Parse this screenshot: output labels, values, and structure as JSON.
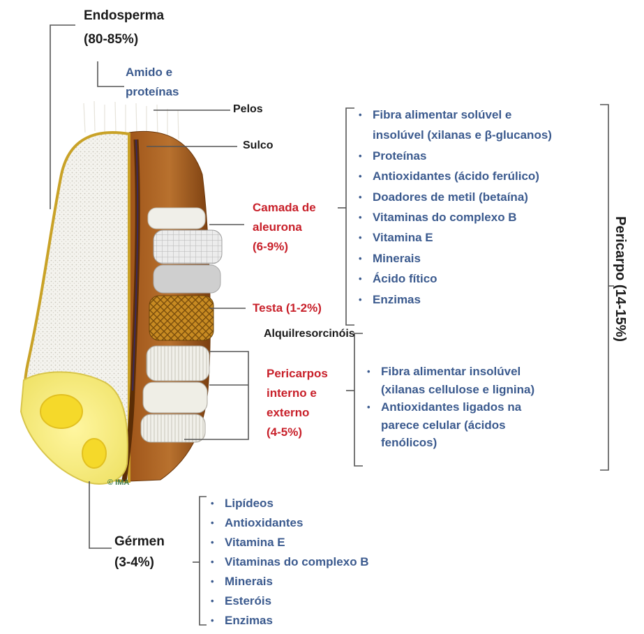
{
  "endosperm": {
    "title": "Endosperma",
    "percent": "(80-85%)",
    "content": [
      "Amido e",
      "proteínas"
    ]
  },
  "labels": {
    "pelos": "Pelos",
    "sulco": "Sulco",
    "alquilresorcinois": "Alquilresorcinóis",
    "credit": "© IMA"
  },
  "aleurone": {
    "lines": [
      "Camada de",
      "aleurona",
      "(6-9%)"
    ]
  },
  "testa": {
    "label": "Testa (1-2%)"
  },
  "pericarps": {
    "lines": [
      "Pericarpos",
      "interno e",
      "externo",
      "(4-5%)"
    ]
  },
  "pericarp_total": {
    "label": "Pericarpo (14-15%)"
  },
  "aleurone_components": [
    "Fibra alimentar solúvel e",
    "insolúvel (xilanas e β-glucanos)",
    "Proteínas",
    "Antioxidantes (ácido ferúlico)",
    "Doadores de metil (betaína)",
    "Vitaminas do complexo B",
    "Vitamina E",
    "Minerais",
    "Ácido fítico",
    "Enzimas"
  ],
  "pericarp_components": [
    "Fibra alimentar insolúvel",
    "(xilanas cellulose e lignina)",
    "Antioxidantes ligados na",
    "parece celular (ácidos",
    "fenólicos)"
  ],
  "germ": {
    "title": "Gérmen",
    "percent": "(3-4%)"
  },
  "germ_components": [
    "Lipídeos",
    "Antioxidantes",
    "Vitamina E",
    "Vitaminas do complexo B",
    "Minerais",
    "Esteróis",
    "Enzimas"
  ],
  "colors": {
    "label_red": "#c8202a",
    "list_blue": "#3b5a8e",
    "bran_brown": "#8a4a16",
    "outline_gold": "#c9a227"
  }
}
